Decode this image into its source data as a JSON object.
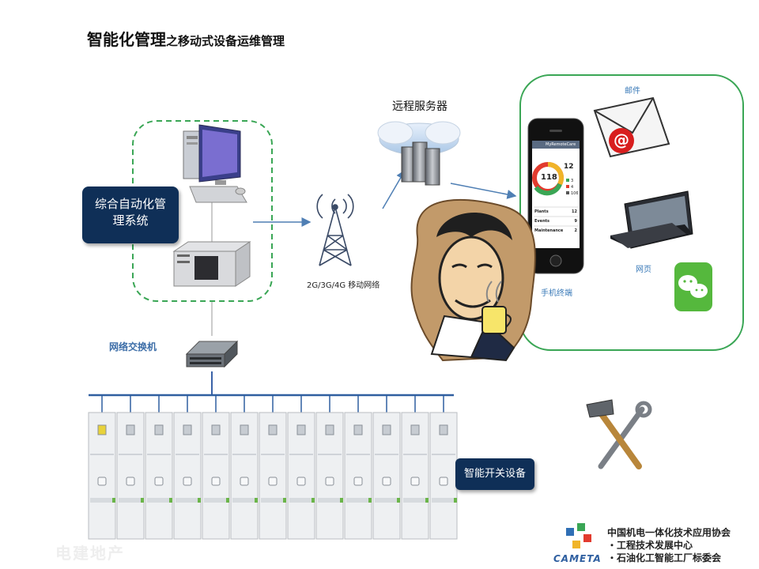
{
  "title": {
    "main": "智能化管理",
    "sub": "之移动式设备运维管理"
  },
  "nodes": {
    "automation_system": "综合自动化管理系统",
    "remote_server": "远程服务器",
    "mobile_network": "2G/3G/4G 移动网络",
    "network_switch": "网络交换机",
    "smart_switchgear": "智能开关设备",
    "email": "邮件",
    "webpage": "网页",
    "mobile_terminal": "手机终端"
  },
  "phone_screen": {
    "app_header": "MyRemoteCare",
    "gauge_value": "118",
    "counts": [
      "12",
      "3",
      "4",
      "106"
    ],
    "list_items": [
      {
        "label": "Plants",
        "value": "12"
      },
      {
        "label": "Events",
        "value": "9"
      },
      {
        "label": "Maintenance",
        "value": "2"
      }
    ]
  },
  "organization": {
    "logo_text": "CAMETA",
    "lines": [
      "中国机电一体化技术应用协会",
      "・工程技术发展中心",
      "・石油化工智能工厂标委会"
    ]
  },
  "watermark": "电建地产",
  "colors": {
    "dashed_green": "#3aa655",
    "box_navy": "#0f2f57",
    "arrow_blue": "#4f7fb4",
    "cabinet_line": "#2f5fa0"
  }
}
